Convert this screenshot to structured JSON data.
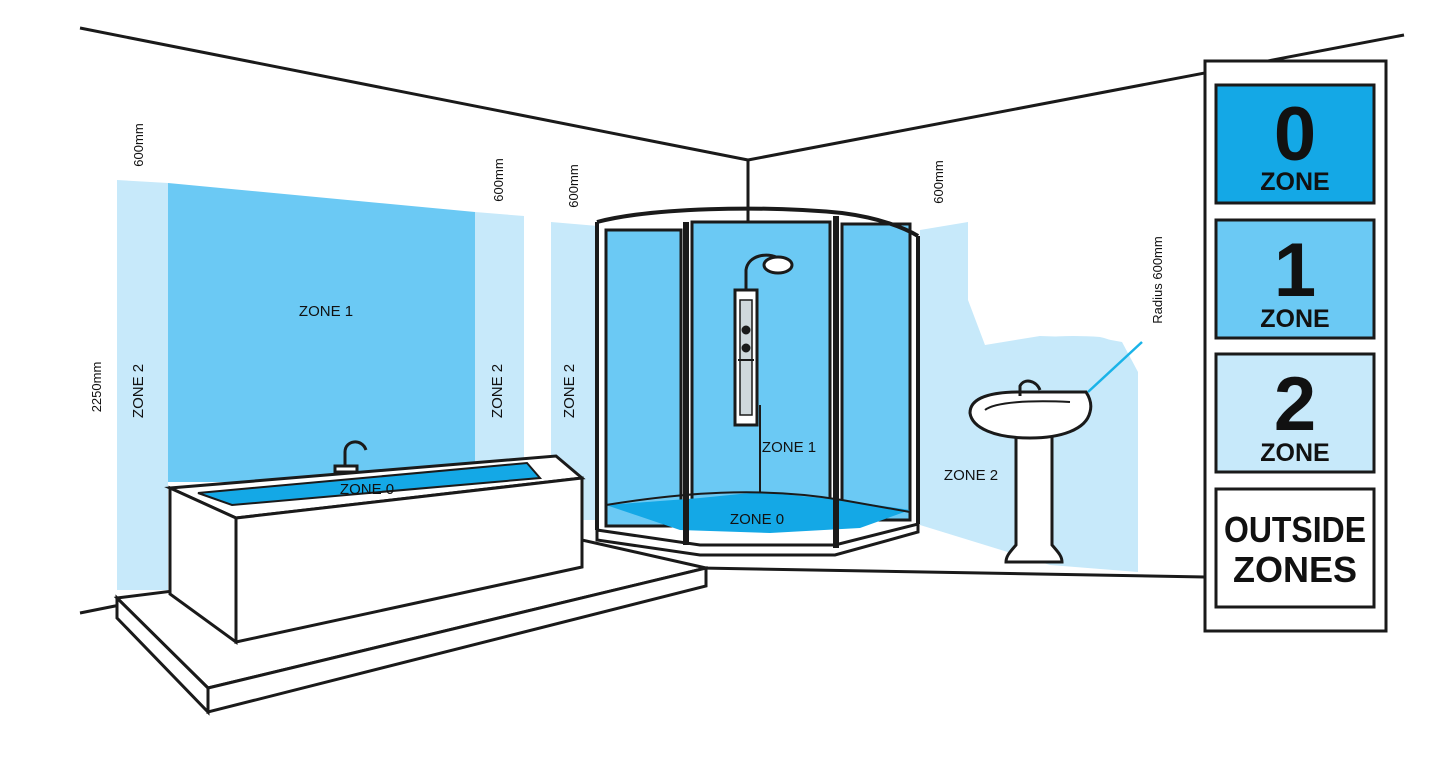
{
  "colors": {
    "zone0": "#14a8e6",
    "zone1": "#6bc9f4",
    "zone2": "#c7e9fa",
    "line": "#1a1a1a",
    "outside": "#ffffff"
  },
  "labels": {
    "bath_zone1": "ZONE 1",
    "bath_zone0": "ZONE 0",
    "bath_left_zone2": "ZONE 2",
    "bath_right_zone2": "ZONE 2",
    "shower_left_zone2": "ZONE 2",
    "shower_zone1": "ZONE 1",
    "shower_zone0": "ZONE 0",
    "basin_zone2": "ZONE 2"
  },
  "dimensions": {
    "height": "2250mm",
    "bath_left_width": "600mm",
    "bath_right_width": "600mm",
    "shower_left_width": "600mm",
    "basin_width": "600mm",
    "basin_radius": "Radius 600mm"
  },
  "legend": [
    {
      "number": "0",
      "word": "ZONE",
      "color_key": "zone0"
    },
    {
      "number": "1",
      "word": "ZONE",
      "color_key": "zone1"
    },
    {
      "number": "2",
      "word": "ZONE",
      "color_key": "zone2"
    },
    {
      "line1": "OUTSIDE",
      "line2": "ZONES",
      "color_key": "outside"
    }
  ]
}
